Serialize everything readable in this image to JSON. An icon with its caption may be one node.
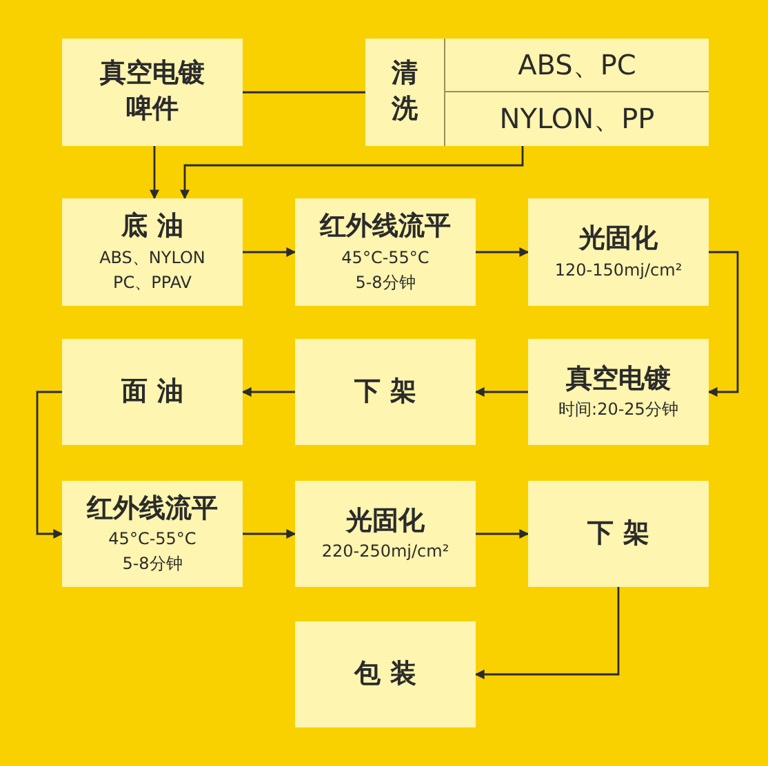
{
  "diagram": {
    "nodes": [
      {
        "text": [
          "真空电镀啤件"
        ]
      },
      {
        "text": [
          "清洗"
        ]
      },
      {
        "text": [
          "ABS、PC"
        ],
        "in": 1
      },
      {
        "text": [
          "NYLON、PP"
        ],
        "in": 1
      },
      {
        "text": [
          "底 油",
          "ABS、NYLON PC、PPAV"
        ]
      },
      {
        "text": [
          "红外线流平",
          "45°C-55°C 5-8分钟"
        ]
      },
      {
        "text": [
          "光固化",
          "120-150mj/cm²"
        ]
      },
      {
        "text": [
          "真空电镀",
          "时间:20-25分钟"
        ]
      },
      {
        "text": [
          "下 架"
        ]
      },
      {
        "text": [
          "面 油"
        ]
      },
      {
        "text": [
          "红外线流平",
          "45°C-55°C 5-8分钟"
        ]
      },
      {
        "text": [
          "光固化",
          "220-250mj/cm²"
        ]
      },
      {
        "text": [
          "下 架"
        ]
      },
      {
        "text": [
          "包 装"
        ]
      }
    ],
    "edges": [
      {
        "from": 0,
        "to": 1,
        "arrow": "none"
      },
      {
        "from": 0,
        "to": 4,
        "arrow": "to"
      },
      {
        "from": 3,
        "to": 4,
        "arrow": "to"
      },
      {
        "from": 4,
        "to": 5,
        "arrow": "to"
      },
      {
        "from": 5,
        "to": 6,
        "arrow": "to"
      },
      {
        "from": 6,
        "to": 7,
        "arrow": "to"
      },
      {
        "from": 7,
        "to": 8,
        "arrow": "to"
      },
      {
        "from": 8,
        "to": 9,
        "arrow": "to"
      },
      {
        "from": 9,
        "to": 10,
        "arrow": "to"
      },
      {
        "from": 10,
        "to": 11,
        "arrow": "to"
      },
      {
        "from": 11,
        "to": 12,
        "arrow": "to"
      },
      {
        "from": 12,
        "to": 13,
        "arrow": "to"
      }
    ]
  }
}
